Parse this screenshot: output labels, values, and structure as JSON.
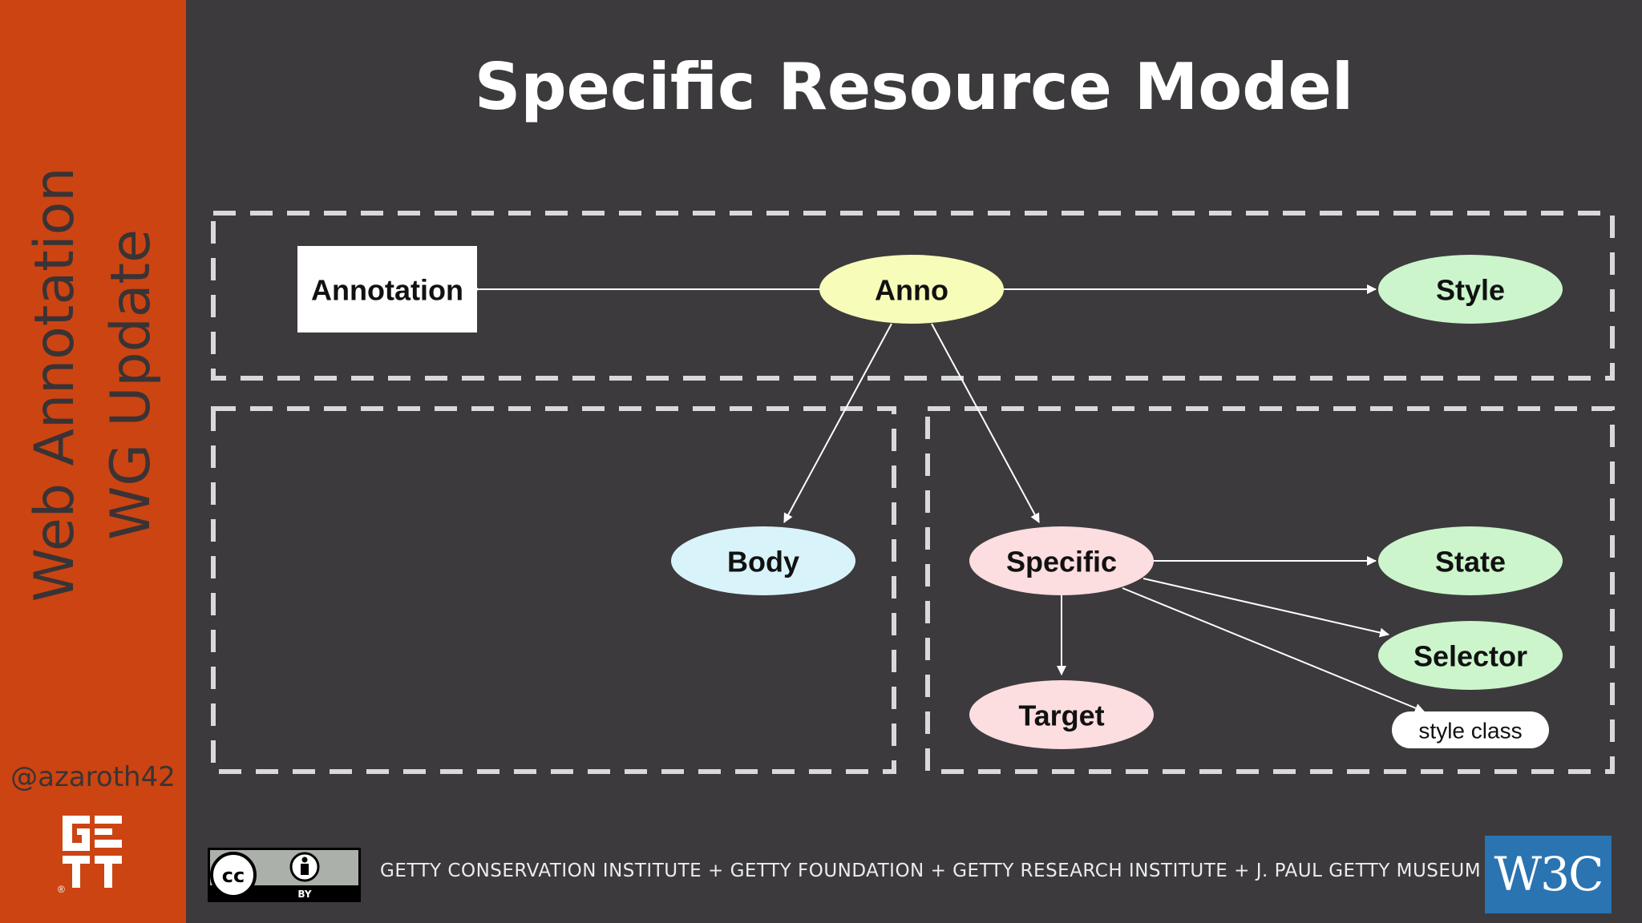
{
  "sidebar": {
    "title_line1": "Web Annotation",
    "title_line2": "WG Update",
    "handle": "@azaroth42",
    "logo_name": "getty-logo"
  },
  "slide": {
    "title": "Specific Resource Model"
  },
  "diagram": {
    "nodes": {
      "annotation": "Annotation",
      "anno": "Anno",
      "style": "Style",
      "body": "Body",
      "specific": "Specific",
      "state": "State",
      "selector": "Selector",
      "target": "Target",
      "style_class": "style class"
    },
    "colors": {
      "anno": "#f7fcb8",
      "green": "#ccf5cc",
      "body": "#d9f3fb",
      "pink": "#fcdde0",
      "box_border": "#d9d9d9",
      "arrow": "#ffffff"
    }
  },
  "footer": {
    "institutions": "GETTY CONSERVATION INSTITUTE + GETTY FOUNDATION + GETTY RESEARCH INSTITUTE + J. PAUL GETTY MUSEUM",
    "cc_label": "BY",
    "w3c": "W3C"
  },
  "theme": {
    "sidebar_color": "#cc4411",
    "background": "#3c3a3d"
  }
}
